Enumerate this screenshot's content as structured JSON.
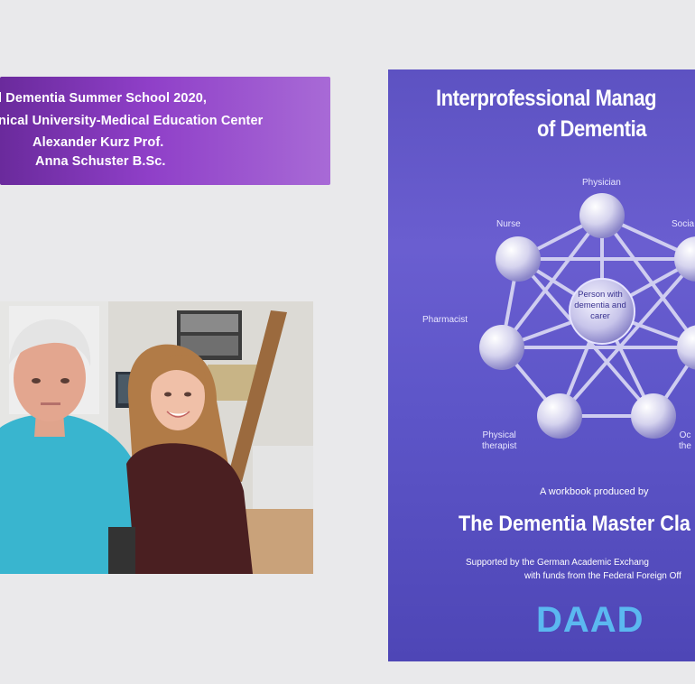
{
  "banner": {
    "line1": "l Dementia Summer School 2020,",
    "line2": "nical University-Medical Education Center",
    "line3": "Alexander Kurz  Prof.",
    "line4": "Anna Schuster B.Sc."
  },
  "cover": {
    "title_line1": "Interprofessional Manag",
    "title_line2": "of Dementia",
    "nodes": {
      "physician": "Physician",
      "nurse": "Nurse",
      "social": "Socia",
      "pharmacist": "Pharmacist",
      "physical_line1": "Physical",
      "physical_line2": "therapist",
      "occ_line1": "Oc",
      "occ_line2": "the",
      "center_line1": "Person with",
      "center_line2": "dementia and",
      "center_line3": "carer"
    },
    "workbook_text": "A workbook produced by",
    "masterclass_text": "The Dementia Master Cla",
    "supported_text": "Supported by the German Academic Exchang",
    "funds_text": "with funds from the Federal Foreign Off",
    "logo_text": "DAAD"
  },
  "colors": {
    "banner": "#8f3fc8",
    "cover": "#5e56c9",
    "daad": "#5bb8f0",
    "background": "#e9e9eb"
  }
}
